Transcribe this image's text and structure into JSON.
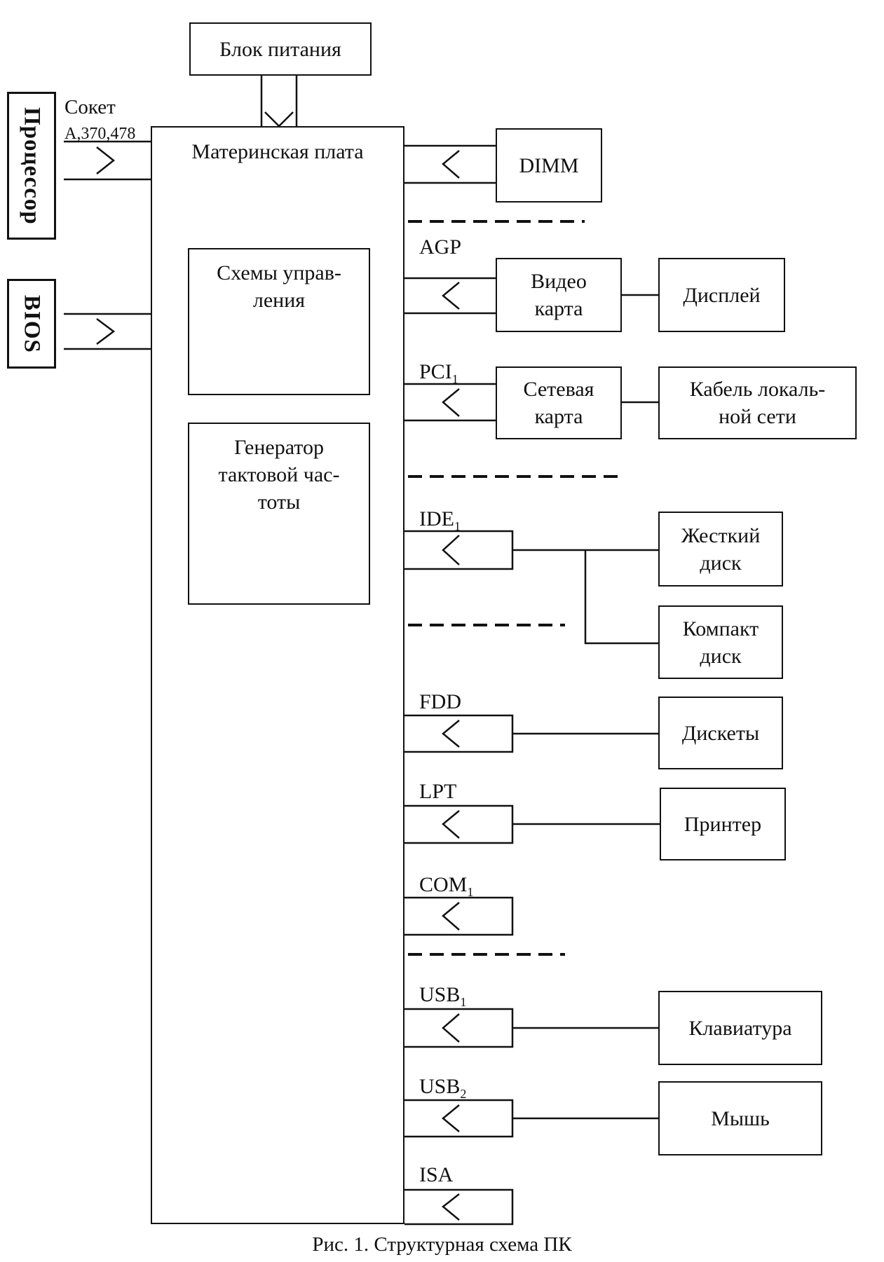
{
  "diagram": {
    "power_supply": "Блок питания",
    "cpu": "Процессор",
    "bios": "BIOS",
    "socket_label_1": "Сокет",
    "socket_label_2": "А,370,478",
    "motherboard": "Материнская плата",
    "control_circuits": "Схемы управ-\nления",
    "clock_generator": "Генератор\nтактовой час-\nтоты",
    "dimm": "DIMM",
    "video_card": "Видео\nкарта",
    "display": "Дисплей",
    "network_card": "Сетевая\nкарта",
    "lan_cable": "Кабель локаль-\nной сети",
    "hard_disk": "Жесткий\nдиск",
    "compact_disk": "Компакт\nдиск",
    "floppy": "Дискеты",
    "printer": "Принтер",
    "keyboard": "Клавиатура",
    "mouse": "Мышь"
  },
  "ports": {
    "agp": "AGP",
    "pci": "PCI",
    "pci_sub": "1",
    "ide": "IDE",
    "ide_sub": "1",
    "fdd": "FDD",
    "lpt": "LPT",
    "com": "COM",
    "com_sub": "1",
    "usb1": "USB",
    "usb1_sub": "1",
    "usb2": "USB",
    "usb2_sub": "2",
    "isa": "ISA"
  },
  "caption": "Рис. 1. Структурная схема ПК"
}
